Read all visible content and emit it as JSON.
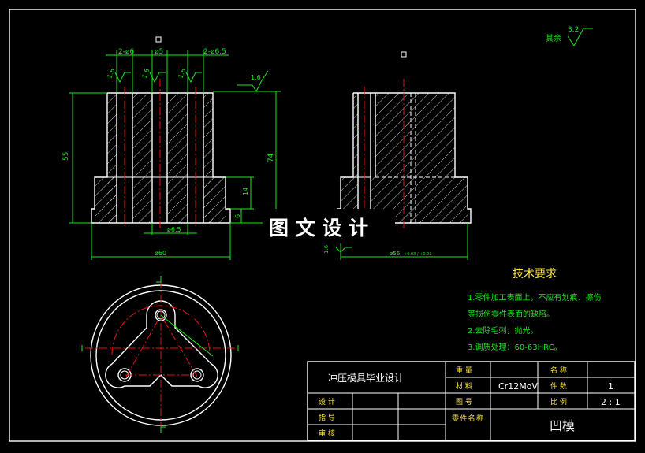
{
  "dims": {
    "d1": "2-ø6",
    "d2": "ø5",
    "d3": "2-ø6.5",
    "d4": "55",
    "d5": "74",
    "d6": "14",
    "d7": "6",
    "d8": "ø6.5",
    "d9": "ø60",
    "d10": "ø56",
    "d10_tol": "+0.03 / +0.01"
  },
  "roughness": {
    "r1": "1.6",
    "r2": "1.6",
    "r3": "1.6",
    "r4": "1.6",
    "r5": "1.6",
    "rest_label": "其余",
    "rest_value": "3.2"
  },
  "watermark": "图 文 设 计",
  "tech": {
    "title": "技术要求",
    "lines": [
      "1.零件加工表面上，不应有划痕、擦伤",
      "等损伤零件表面的缺陷。",
      "2.去除毛刺，抛光。",
      "3.调质处理：60-63HRC。"
    ]
  },
  "title_block": {
    "project": "冲压模具毕业设计",
    "weight_label": "重 量",
    "material_label": "材 料",
    "material": "Cr12MoV",
    "drawing_no_label": "图 号",
    "scale_name_label": "名 称",
    "count_label": "件 数",
    "count": "1",
    "scale_label": "比 例",
    "scale": "2 : 1",
    "design_label": "设 计",
    "guide_label": "指 导",
    "review_label": "审 核",
    "part_name_label": "零件名称",
    "part_name": "凹模"
  }
}
